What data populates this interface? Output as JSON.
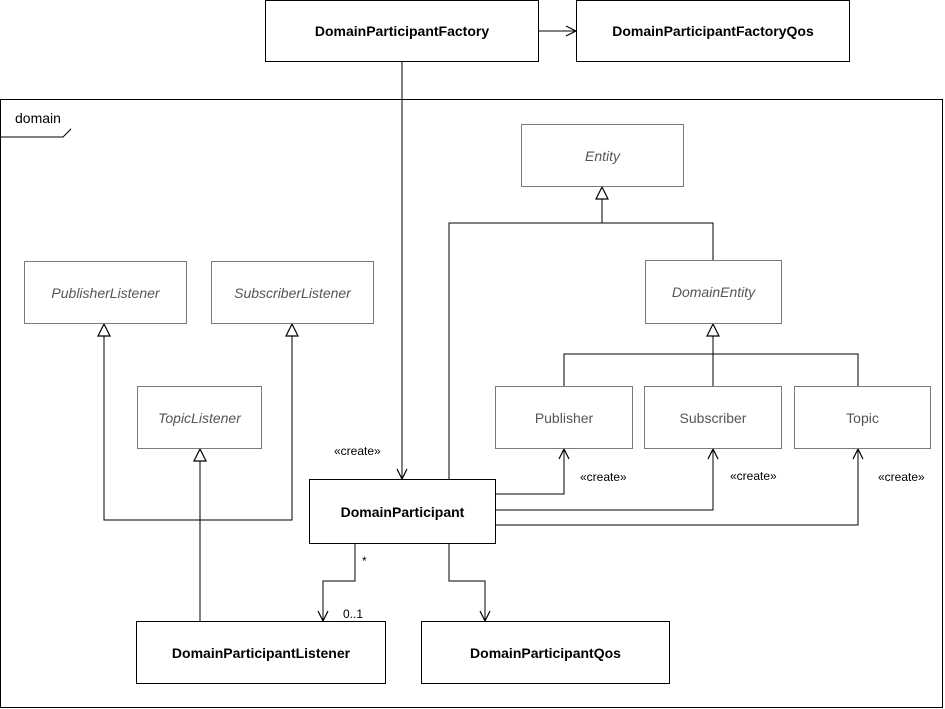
{
  "frame": {
    "label": "domain"
  },
  "classes": {
    "domain_participant_factory": "DomainParticipantFactory",
    "domain_participant_factory_qos": "DomainParticipantFactoryQos",
    "entity": "Entity",
    "domain_entity": "DomainEntity",
    "publisher_listener": "PublisherListener",
    "subscriber_listener": "SubscriberListener",
    "topic_listener": "TopicListener",
    "publisher": "Publisher",
    "subscriber": "Subscriber",
    "topic": "Topic",
    "domain_participant": "DomainParticipant",
    "domain_participant_listener": "DomainParticipantListener",
    "domain_participant_qos": "DomainParticipantQos"
  },
  "labels": {
    "create_factory": "«create»",
    "create_publisher": "«create»",
    "create_subscriber": "«create»",
    "create_topic": "«create»",
    "multiplicity_many": "*",
    "multiplicity_zero_one": "0..1"
  }
}
